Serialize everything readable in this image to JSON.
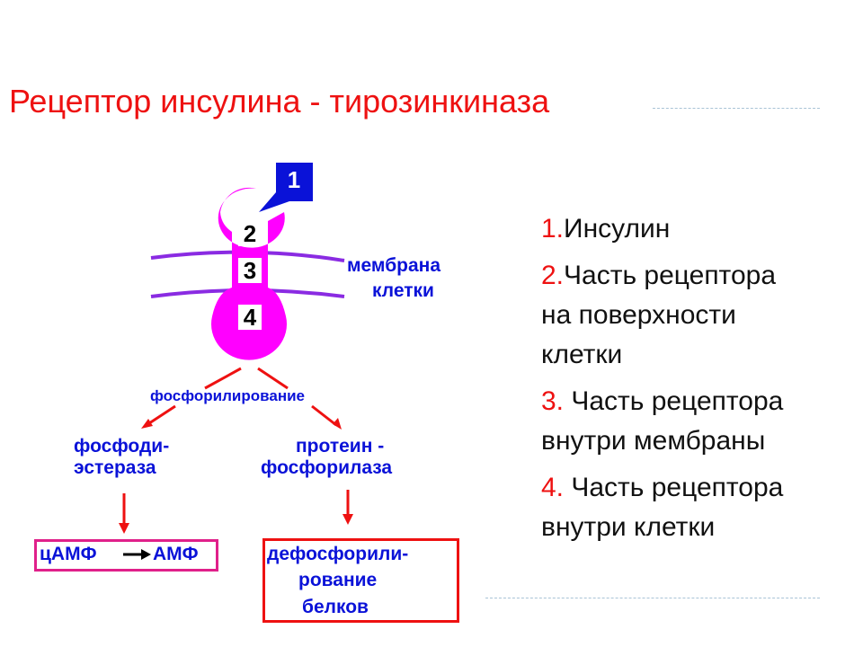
{
  "title": "Рецептор инсулина - тирозинкиназа",
  "diagram": {
    "numbers": [
      "1",
      "2",
      "3",
      "4"
    ],
    "membrane_label": [
      "мембрана",
      "клетки"
    ],
    "phosphorylation": "фосфорилирование",
    "left_enzyme": [
      "фосфоди-",
      "эстераза"
    ],
    "right_enzyme": [
      "протеин -",
      "фосфорилаза"
    ],
    "left_result": {
      "from": "цАМФ",
      "to": "АМФ"
    },
    "right_result": [
      "дефосфорили-",
      "рование",
      "белков"
    ]
  },
  "legend": [
    {
      "num": "1.",
      "text": "Инсулин",
      "line2": ""
    },
    {
      "num": "2.",
      "text": "Часть рецептора",
      "line2": "на поверхности",
      "line3": "клетки"
    },
    {
      "num": "3.",
      "text": " Часть рецептора",
      "line2": "внутри мембраны"
    },
    {
      "num": "4.",
      "text": " Часть рецептора",
      "line2": "внутри клетки"
    }
  ],
  "colors": {
    "accent": "#ee1111",
    "receptor": "#ff00ff",
    "membrane": "#8a2be2",
    "blue": "#0a12d8"
  }
}
